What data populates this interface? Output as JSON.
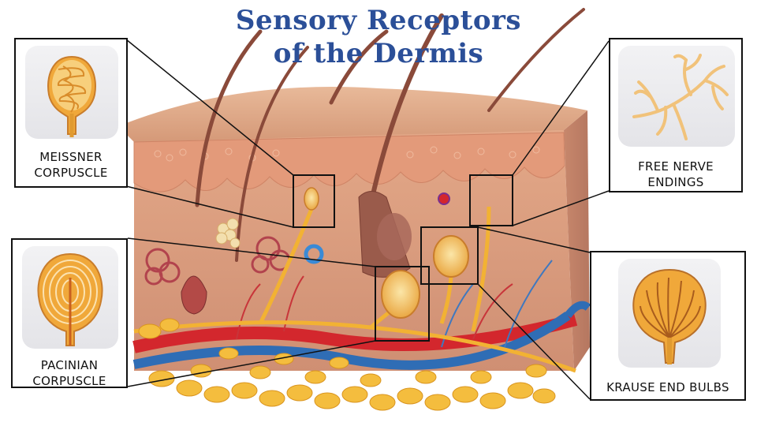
{
  "title": {
    "line1": "Sensory Receptors",
    "line2": "of the Dermis"
  },
  "callouts": {
    "meissner": {
      "line1": "MEISSNER",
      "line2": "CORPUSCLE",
      "icon": "meissner-corpuscle-icon"
    },
    "free_nerve": {
      "line1": "FREE NERVE",
      "line2": "ENDINGS",
      "icon": "free-nerve-endings-icon"
    },
    "pacinian": {
      "line1": "PACINIAN",
      "line2": "CORPUSCLE",
      "icon": "pacinian-corpuscle-icon"
    },
    "krause": {
      "line1": "KRAUSE END BULBS",
      "icon": "krause-end-bulbs-icon"
    }
  },
  "colors": {
    "title": "#2b4f98",
    "skin": "#e9b48f",
    "epidermis_top": "#d79c78",
    "nerve": "#f2b233",
    "artery": "#d3272d",
    "vein": "#2f6db5",
    "fat": "#f4bd3e"
  }
}
